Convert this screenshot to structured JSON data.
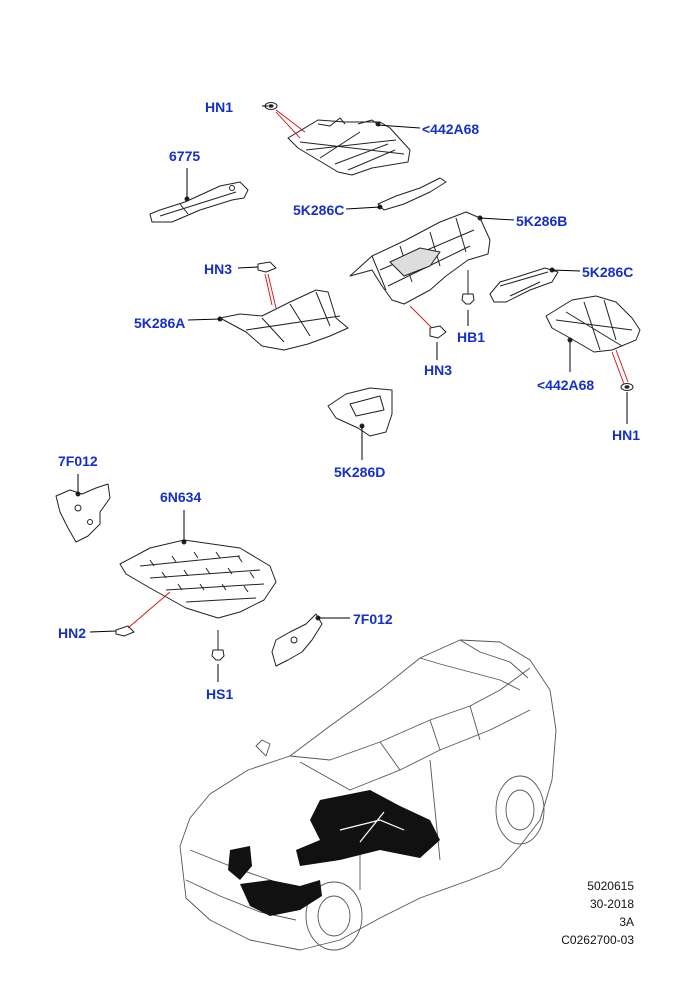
{
  "labels": {
    "hn1_top": "HN1",
    "p442a68_top": "<442A68",
    "p6775": "6775",
    "p5k286c_mid": "5K286C",
    "p5k286b": "5K286B",
    "hn3_left": "HN3",
    "p5k286c_right": "5K286C",
    "p5k286a": "5K286A",
    "hb1": "HB1",
    "hn3_mid": "HN3",
    "p442a68_right": "<442A68",
    "hn1_right": "HN1",
    "p5k286d": "5K286D",
    "p7f012_left": "7F012",
    "p6n634": "6N634",
    "p7f012_right": "7F012",
    "hn2": "HN2",
    "hs1": "HS1"
  },
  "footer": {
    "line1": "5020615",
    "line2": "30-2018",
    "line3": "3A",
    "line4": "C0262700-03"
  },
  "colors": {
    "label": "#1530c8",
    "leader": "#000000",
    "fastener_leader": "#d01010",
    "part_stroke": "#222222",
    "silhouette": "#111111"
  }
}
